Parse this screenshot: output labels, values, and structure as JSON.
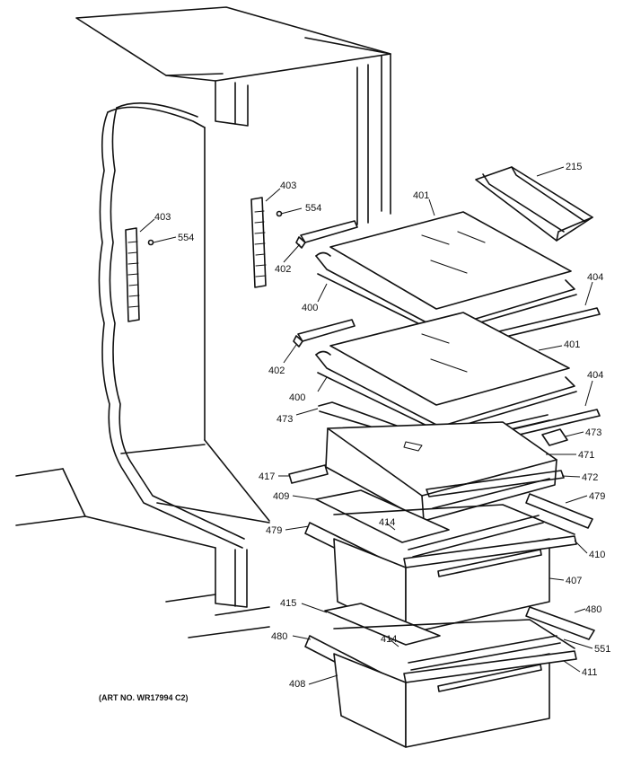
{
  "callouts": {
    "c215": "215",
    "c401a": "401",
    "c403a": "403",
    "c554a": "554",
    "c403b": "403",
    "c554b": "554",
    "c402a": "402",
    "c400a": "400",
    "c404a": "404",
    "c401b": "401",
    "c402b": "402",
    "c400b": "400",
    "c404b": "404",
    "c473a": "473",
    "c473b": "473",
    "c471": "471",
    "c417": "417",
    "c472": "472",
    "c409": "409",
    "c479a": "479",
    "c479b": "479",
    "c414a": "414",
    "c410": "410",
    "c407": "407",
    "c415": "415",
    "c480a": "480",
    "c480b": "480",
    "c414b": "414",
    "c551": "551",
    "c408": "408",
    "c411": "411"
  },
  "art_number": "(ART NO. WR17994 C2)"
}
